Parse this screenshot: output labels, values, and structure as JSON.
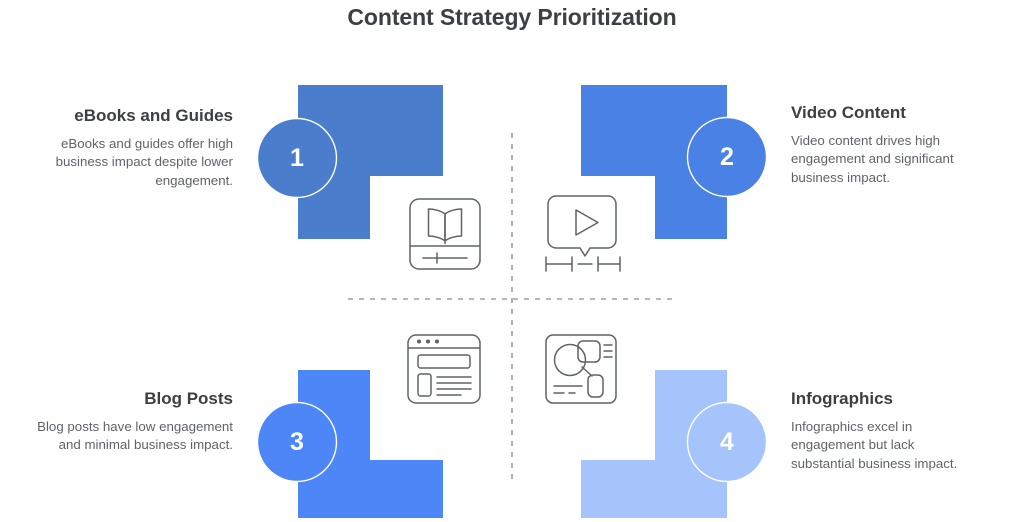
{
  "page": {
    "title": "Content Strategy Prioritization",
    "background": "#ffffff",
    "title_color": "#3c4043",
    "body_text_color": "#5f6368"
  },
  "diagram": {
    "type": "quadrant-matrix",
    "divider_color": "#9aa0a6",
    "icon_stroke_color": "#5f6368",
    "quadrants": [
      {
        "number": "1",
        "heading": "eBooks and Guides",
        "body": "eBooks and guides offer high business impact despite lower engagement.",
        "color": "#4a7ecd",
        "position": "top-left",
        "icon": "open-book-icon"
      },
      {
        "number": "2",
        "heading": "Video Content",
        "body": "Video content drives high engagement and significant business impact.",
        "color": "#4a81e4",
        "position": "top-right",
        "icon": "video-play-bubble-icon"
      },
      {
        "number": "3",
        "heading": "Blog Posts",
        "body": "Blog posts have low engagement and minimal business impact.",
        "color": "#4d86f7",
        "position": "bottom-left",
        "icon": "browser-article-icon"
      },
      {
        "number": "4",
        "heading": "Infographics",
        "body": "Infographics excel in engagement but lack substantial business impact.",
        "color": "#a4c4fb",
        "position": "bottom-right",
        "icon": "infographic-diagram-icon"
      }
    ]
  }
}
